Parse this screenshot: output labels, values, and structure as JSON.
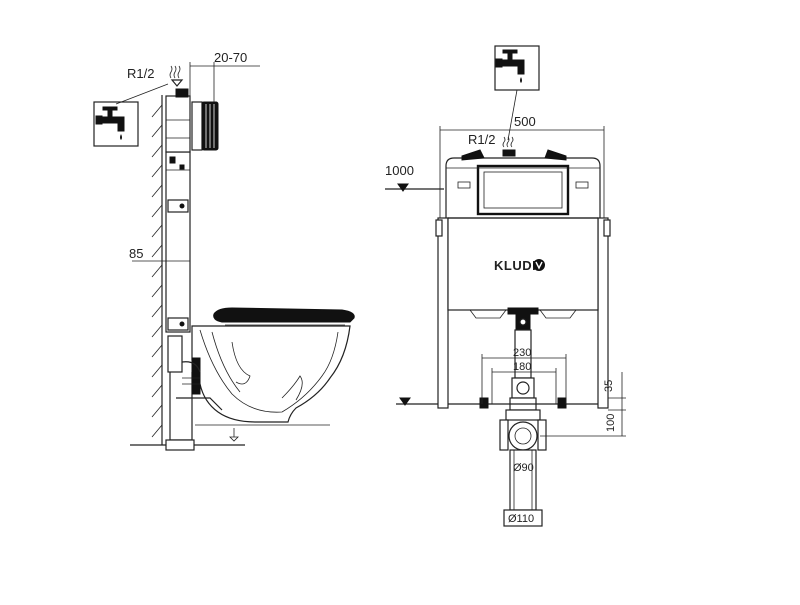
{
  "side_view": {
    "inlet_label": "R1/2",
    "depth_label": "20-70",
    "frame_label": "85"
  },
  "front_view": {
    "width_label": "500",
    "inlet_label": "R1/2",
    "height_label": "1000",
    "brand": "KLUDI",
    "outer_span_label": "230",
    "inner_span_label": "180",
    "offset_35_label": "35",
    "offset_100_label": "100",
    "pipe_90_label": "Ø90",
    "pipe_110_label": "Ø110"
  },
  "icons": [
    "water-tap-icon",
    "water-tap-icon",
    "hot-water-symbol-icon",
    "level-marker-icon",
    "kludi-logo-icon"
  ]
}
